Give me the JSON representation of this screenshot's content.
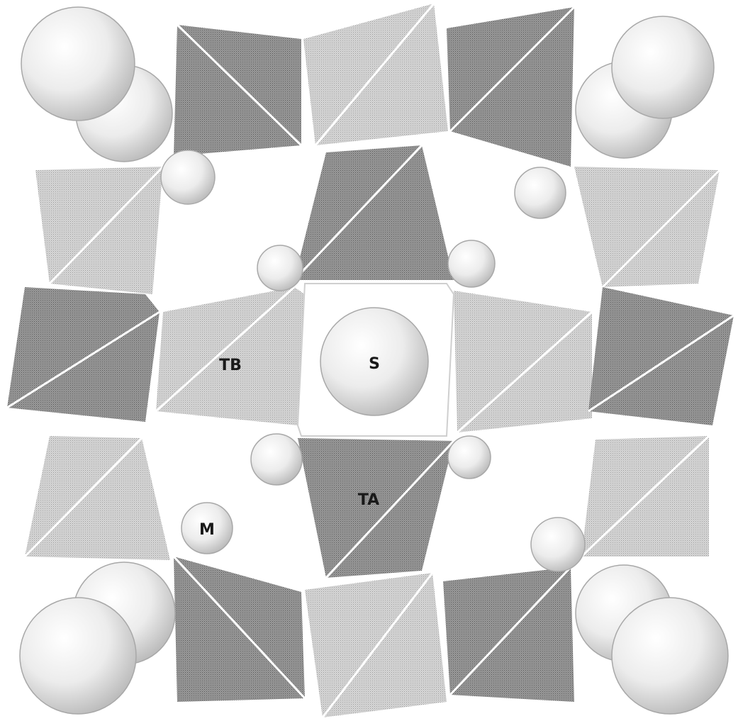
{
  "labels": {
    "tb": "TB",
    "s": "S",
    "ta": "TA",
    "m": "M"
  },
  "colors": {
    "light_polyhedron": "#d2d2d2",
    "dark_polyhedron": "#8e8e8e",
    "sphere": "#e6e6e6",
    "edge": "#ffffff",
    "label": "#1a1a1a"
  }
}
